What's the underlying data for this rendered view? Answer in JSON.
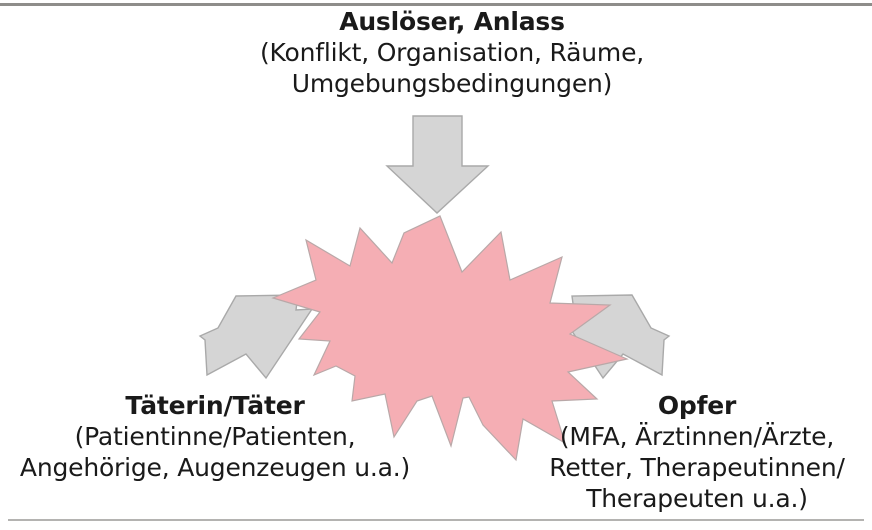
{
  "diagram": {
    "type": "conflict-escalation-diagram",
    "center": {
      "shape": "starburst",
      "label": "",
      "fill_color": "#f5aeb4",
      "outline_color": "#b9a8a8",
      "points": 13
    },
    "arrow_color": "#d5d5d5",
    "arrow_outline_color": "#a9a9a9",
    "nodes": [
      {
        "id": "trigger",
        "position": "top",
        "title": "Auslöser, Anlass",
        "detail_lines": [
          "(Konflikt, Organisation, Räume,",
          "Umgebungsbedingungen)"
        ],
        "arrow": {
          "name": "arrow-down",
          "direction": "down",
          "points_to": "center"
        }
      },
      {
        "id": "perpetrator",
        "position": "bottom-left",
        "title": "Täterin/Täter",
        "detail_lines": [
          "(Patientinne/Patienten,",
          "Angehörige, Augenzeugen u.a.)"
        ],
        "arrow": {
          "name": "arrow-up-right",
          "direction": "up-right",
          "points_to": "center"
        }
      },
      {
        "id": "victim",
        "position": "bottom-right",
        "title": "Opfer",
        "detail_lines": [
          "(MFA, Ärztinnen/Ärzte,",
          "Retter, Therapeutinnen/",
          "Therapeuten u.a.)"
        ],
        "arrow": {
          "name": "arrow-up-left",
          "direction": "up-left",
          "points_to": "center"
        }
      }
    ],
    "rules": {
      "top_color": "#8e8d8a",
      "bottom_color": "#b4b3b1"
    }
  }
}
